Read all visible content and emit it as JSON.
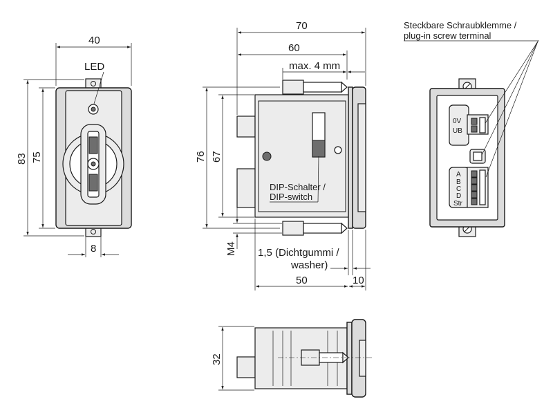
{
  "front_view": {
    "width_label": "40",
    "led_label": "LED",
    "height_outer_label": "83",
    "height_inner_label": "75",
    "tab_width_label": "8"
  },
  "side_view": {
    "dim_70": "70",
    "dim_60": "60",
    "dim_max": "max. 4 mm",
    "dim_76": "76",
    "dim_67": "67",
    "dip_line1": "DIP-Schalter /",
    "dip_line2": "DIP-switch",
    "thread_label": "M4",
    "gasket_line1": "1,5 (Dichtgummi /",
    "gasket_line2": "washer)",
    "dim_50": "50",
    "dim_10": "10"
  },
  "rear_view": {
    "terminal_line1": "Steckbare Schraubklemme /",
    "terminal_line2": "plug-in screw terminal",
    "pin_0v": "0V",
    "pin_ub": "UB",
    "pin_a": "A",
    "pin_b": "B",
    "pin_c": "C",
    "pin_d": "D",
    "pin_str": "Str"
  },
  "top_view": {
    "dim_32": "32"
  }
}
